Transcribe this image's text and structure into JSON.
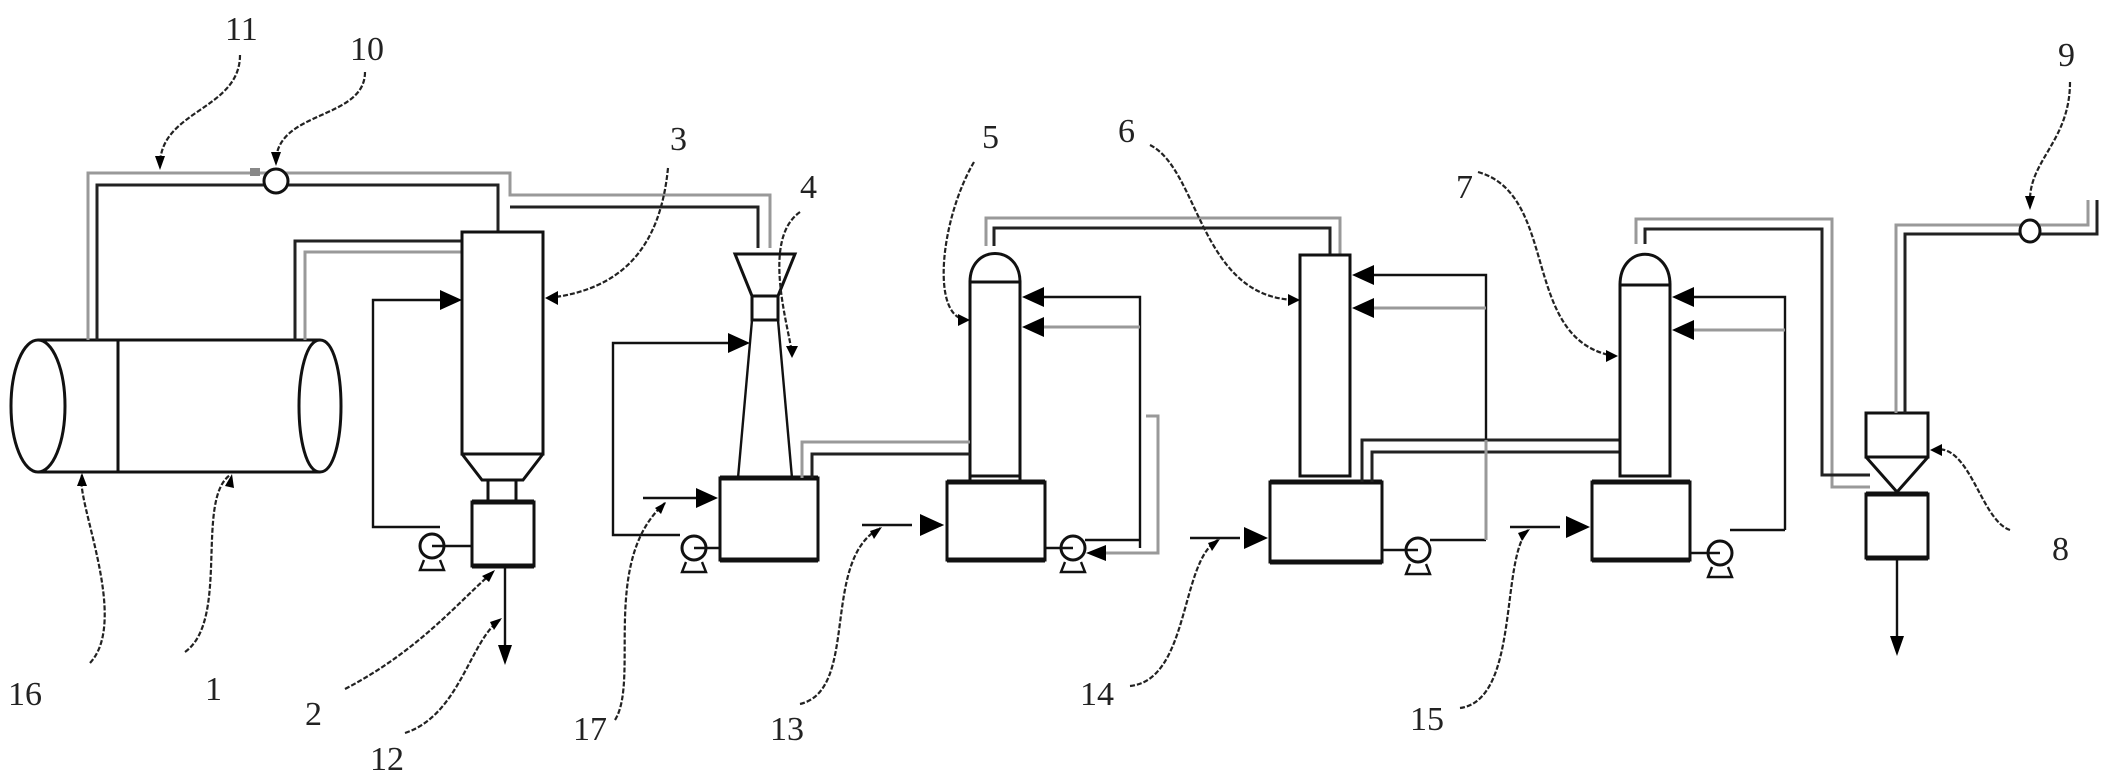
{
  "diagram": {
    "type": "process-flow-schematic",
    "background": "#ffffff",
    "line_color": "#111111",
    "labels": [
      {
        "id": "1",
        "text": "1",
        "refers_to": "drum-body"
      },
      {
        "id": "2",
        "text": "2",
        "refers_to": "receiving-tank-under-column-3"
      },
      {
        "id": "3",
        "text": "3",
        "refers_to": "scrubbing-column"
      },
      {
        "id": "4",
        "text": "4",
        "refers_to": "venturi-scrubber"
      },
      {
        "id": "5",
        "text": "5",
        "refers_to": "absorption-tower-1"
      },
      {
        "id": "6",
        "text": "6",
        "refers_to": "absorption-tower-2"
      },
      {
        "id": "7",
        "text": "7",
        "refers_to": "absorption-tower-3"
      },
      {
        "id": "8",
        "text": "8",
        "refers_to": "cyclone-separator"
      },
      {
        "id": "9",
        "text": "9",
        "refers_to": "exhaust-fan"
      },
      {
        "id": "10",
        "text": "10",
        "refers_to": "valve-on-top-pipe"
      },
      {
        "id": "11",
        "text": "11",
        "refers_to": "return-pipe"
      },
      {
        "id": "12",
        "text": "12",
        "refers_to": "discharge-outlet"
      },
      {
        "id": "13",
        "text": "13",
        "refers_to": "feed-inlet-tank-5"
      },
      {
        "id": "14",
        "text": "14",
        "refers_to": "feed-inlet-tank-6"
      },
      {
        "id": "15",
        "text": "15",
        "refers_to": "feed-inlet-tank-7"
      },
      {
        "id": "16",
        "text": "16",
        "refers_to": "drum-end-section"
      },
      {
        "id": "17",
        "text": "17",
        "refers_to": "feed-inlet-tank-4"
      }
    ]
  }
}
